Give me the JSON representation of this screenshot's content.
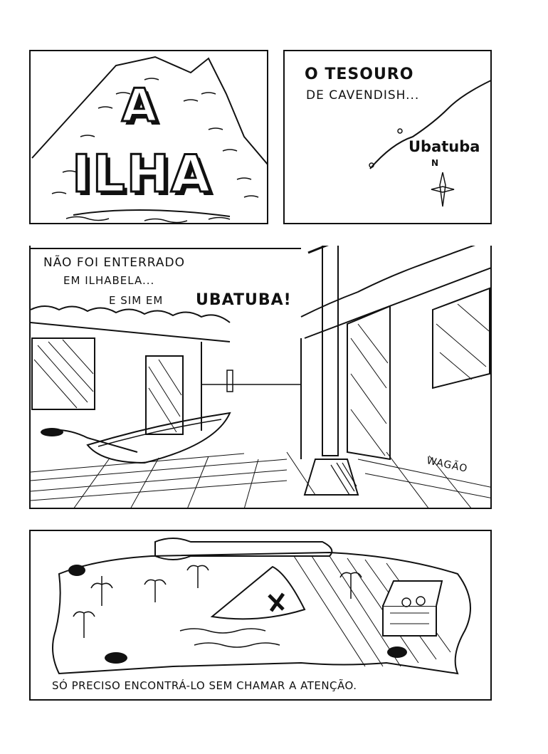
{
  "panel1": {
    "title_line1": "A",
    "title_line2": "ILHA"
  },
  "panel2": {
    "caption_line1": "O TESOURO",
    "caption_line2": "DE CAVENDISH...",
    "map_label": "Ubatuba",
    "compass_label": "N"
  },
  "panel3": {
    "caption_line1": "NÃO FOI ENTERRADO",
    "caption_line2": "EM  ILHABELA...",
    "caption_line3_prefix": "E SIM EM",
    "caption_line3_emphasis": "UBATUBA!",
    "signature": "WAGÃO"
  },
  "panel4": {
    "caption": "SÓ PRECISO ENCONTRÁ-LO SEM CHAMAR A ATENÇÃO."
  },
  "colors": {
    "ink": "#111111",
    "paper": "#ffffff"
  }
}
